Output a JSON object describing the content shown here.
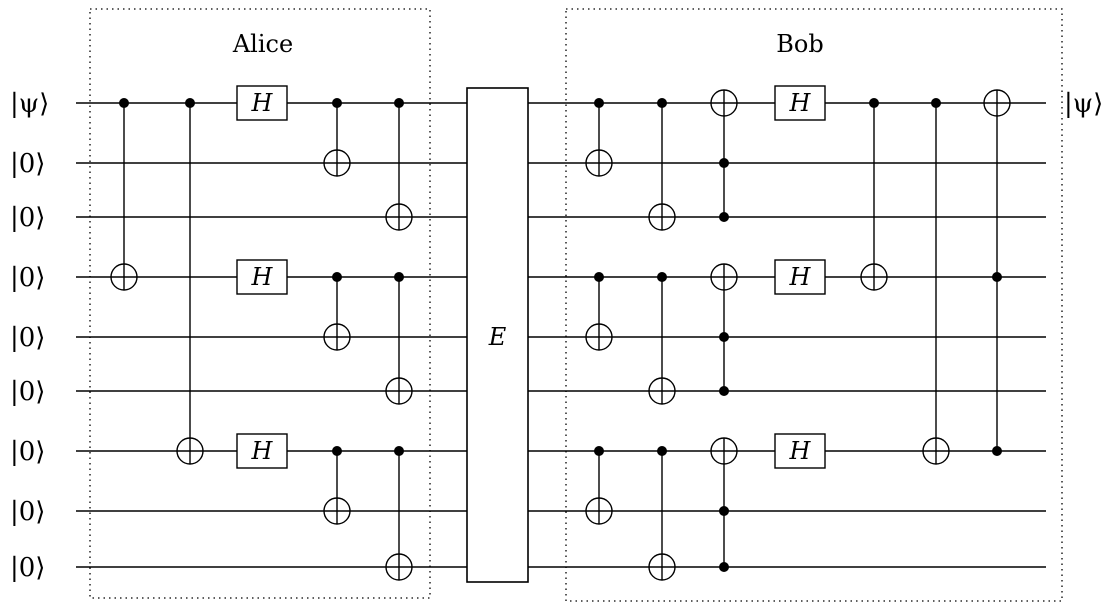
{
  "input_kets": [
    "|ψ⟩",
    "|0⟩",
    "|0⟩",
    "|0⟩",
    "|0⟩",
    "|0⟩",
    "|0⟩",
    "|0⟩",
    "|0⟩"
  ],
  "output_ket": "|ψ⟩",
  "alice_label": "Alice",
  "bob_label": "Bob",
  "error_gate_label": "E",
  "hadamard_label": "H",
  "alice_ops": [
    {
      "type": "cnot",
      "controls": [
        0
      ],
      "target": 3
    },
    {
      "type": "cnot",
      "controls": [
        0
      ],
      "target": 6
    },
    {
      "type": "h",
      "qubits": [
        0,
        3,
        6
      ]
    },
    {
      "type": "cnots",
      "pairs": [
        [
          0,
          1
        ],
        [
          3,
          4
        ],
        [
          6,
          7
        ]
      ]
    },
    {
      "type": "cnots",
      "pairs": [
        [
          0,
          2
        ],
        [
          3,
          5
        ],
        [
          6,
          8
        ]
      ]
    }
  ],
  "bob_ops": [
    {
      "type": "cnots",
      "pairs": [
        [
          0,
          1
        ],
        [
          3,
          4
        ],
        [
          6,
          7
        ]
      ]
    },
    {
      "type": "cnots",
      "pairs": [
        [
          0,
          2
        ],
        [
          3,
          5
        ],
        [
          6,
          8
        ]
      ]
    },
    {
      "type": "toffolis",
      "items": [
        [
          [
            1,
            2
          ],
          0
        ],
        [
          [
            4,
            5
          ],
          3
        ],
        [
          [
            7,
            8
          ],
          6
        ]
      ]
    },
    {
      "type": "h",
      "qubits": [
        0,
        3,
        6
      ]
    },
    {
      "type": "cnot",
      "controls": [
        0
      ],
      "target": 3
    },
    {
      "type": "cnot",
      "controls": [
        0
      ],
      "target": 6
    },
    {
      "type": "toffoli",
      "controls": [
        3,
        6
      ],
      "target": 0
    }
  ]
}
